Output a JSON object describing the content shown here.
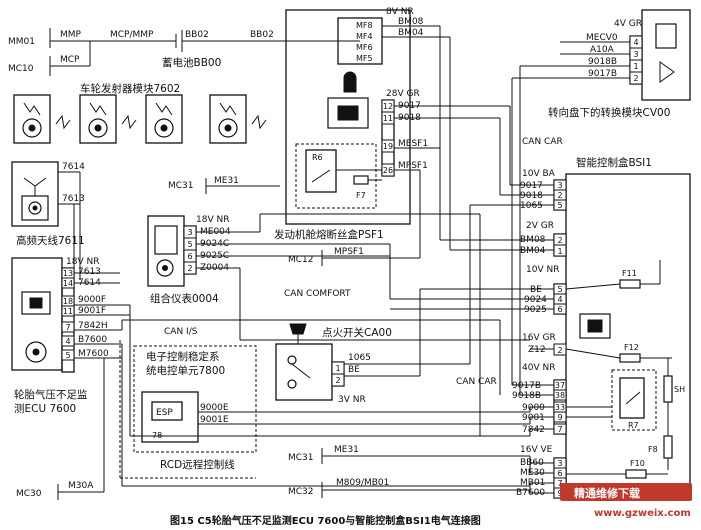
{
  "caption": "图15  C5轮胎气压不足监测ECU 7600与智能控制盒BSI1电气连接图",
  "watermark": {
    "title": "精通维修下载",
    "url": "www.gzweix.com"
  },
  "modules": {
    "battery": "蓄电池BB00",
    "wheel_emitters": "车轮发射器模块7602",
    "hf_antenna": "高频天线7611",
    "tpms_ecu": "轮胎气压不足监测ECU 7600",
    "cluster": "组合仪表0004",
    "esp": "电子控制稳定系统电控单元7800",
    "esp_tag": "ESP",
    "esp_pin": "78-",
    "psf1": "发动机舱熔断丝盒PSF1",
    "ignition": "点火开关CA00",
    "cv00": "转向盘下的转换模块CV00",
    "bsi1": "智能控制盒BSI1",
    "rcd": "RCD远程控制线"
  },
  "buses": {
    "can_is": "CAN I/S",
    "can_comfort": "CAN COMFORT",
    "can_car_1": "CAN CAR",
    "can_car_2": "CAN CAR"
  },
  "wires": {
    "mm01": "MM01",
    "mmp": "MMP",
    "mcp_mmp": "MCP/MMP",
    "bb02_a": "BB02",
    "bb02_b": "BB02",
    "mc10": "MC10",
    "mcp": "MCP",
    "w7614_a": "7614",
    "w7613_a": "7613",
    "w7613_b": "7613",
    "w7614_b": "7614",
    "w9000f": "9000F",
    "w9001f": "9001F",
    "w7842h": "7842H",
    "b7600": "B7600",
    "m7600": "M7600",
    "mc31_a": "MC31",
    "me31_a": "ME31",
    "me004": "ME004",
    "w9024c": "9024C",
    "w9025c": "9025C",
    "z0004": "Z0004",
    "mc12": "MC12",
    "mpsf1_a": "MPSF1",
    "w1065_a": "1065",
    "be_a": "BE",
    "w9000e": "9000E",
    "w9001e": "9001E",
    "mc31_b": "MC31",
    "me31_b": "ME31",
    "mc32": "MC32",
    "m809": "M809/MB01",
    "mc30": "MC30",
    "m30a": "M30A",
    "bm08_a": "BM08",
    "bm04_a": "BM04",
    "w9017_a": "9017",
    "w9018_a": "9018",
    "mesf1": "MESF1",
    "mpsf1_b": "MPSF1",
    "mecv0": "MECV0",
    "a10a": "A10A",
    "w9018b_a": "9018B",
    "w9017b_a": "9017B",
    "w9017_b": "9017",
    "w9018_b": "9018",
    "w1065_b": "1065",
    "bm08_b": "BM08",
    "bm04_b": "BM04",
    "be_b": "BE",
    "w9024": "9024",
    "w9025": "9025",
    "z12": "Z12",
    "w9017b_b": "9017B",
    "w9018b_b": "9018B",
    "w9000": "9000",
    "w9001": "9001",
    "w7842": "7842",
    "bb60": "BB60",
    "me30": "ME30",
    "mb01": "MB01",
    "b7600_b": "B7600"
  },
  "connectors": {
    "psf1_top": "8V NR",
    "psf1_mid": "28V GR",
    "cv00": "4V GR",
    "bsi_10v_ba": "10V BA",
    "bsi_2v_gr": "2V GR",
    "bsi_10v_nr": "10V NR",
    "bsi_16v_gr": "16V GR",
    "bsi_40v_nr": "40V NR",
    "bsi_16v_ve": "16V VE",
    "tpms": "18V NR",
    "cluster": "18V NR",
    "ignition": "3V NR"
  },
  "fuses": {
    "mf8": "MF8",
    "mf4": "MF4",
    "mf6": "MF6",
    "mf5": "MF5",
    "r6": "R6",
    "f7": "F7",
    "f11": "F11",
    "f12": "F12",
    "r7": "R7",
    "sh": "SH",
    "f8": "F8",
    "f10": "F10"
  },
  "pins": {
    "psf1_12": "12",
    "psf1_11": "11",
    "psf1_19": "19",
    "psf1_26": "26",
    "cv00_4": "4",
    "cv00_3": "3",
    "cv00_1": "1",
    "cv00_2": "2",
    "bsi_a3": "3",
    "bsi_a2": "2",
    "bsi_a5": "5",
    "bsi_b2": "2",
    "bsi_b1": "1",
    "bsi_c5": "5",
    "bsi_c4": "4",
    "bsi_c6": "6",
    "bsi_d2": "2",
    "bsi_e37": "37",
    "bsi_e38": "38",
    "bsi_e33": "33",
    "bsi_e9": "9",
    "bsi_e7": "7",
    "bsi_f3": "3",
    "bsi_f6": "6",
    "bsi_f7": "7",
    "bsi_f9": "9",
    "tpms_13": "13",
    "tpms_14": "14",
    "tpms_18": "18",
    "tpms_11": "11",
    "tpms_7": "7",
    "tpms_4": "4",
    "tpms_5": "5",
    "cl_3": "3",
    "cl_5": "5",
    "cl_6": "6",
    "cl_2": "2",
    "ign_1": "1",
    "ign_2": "2"
  }
}
